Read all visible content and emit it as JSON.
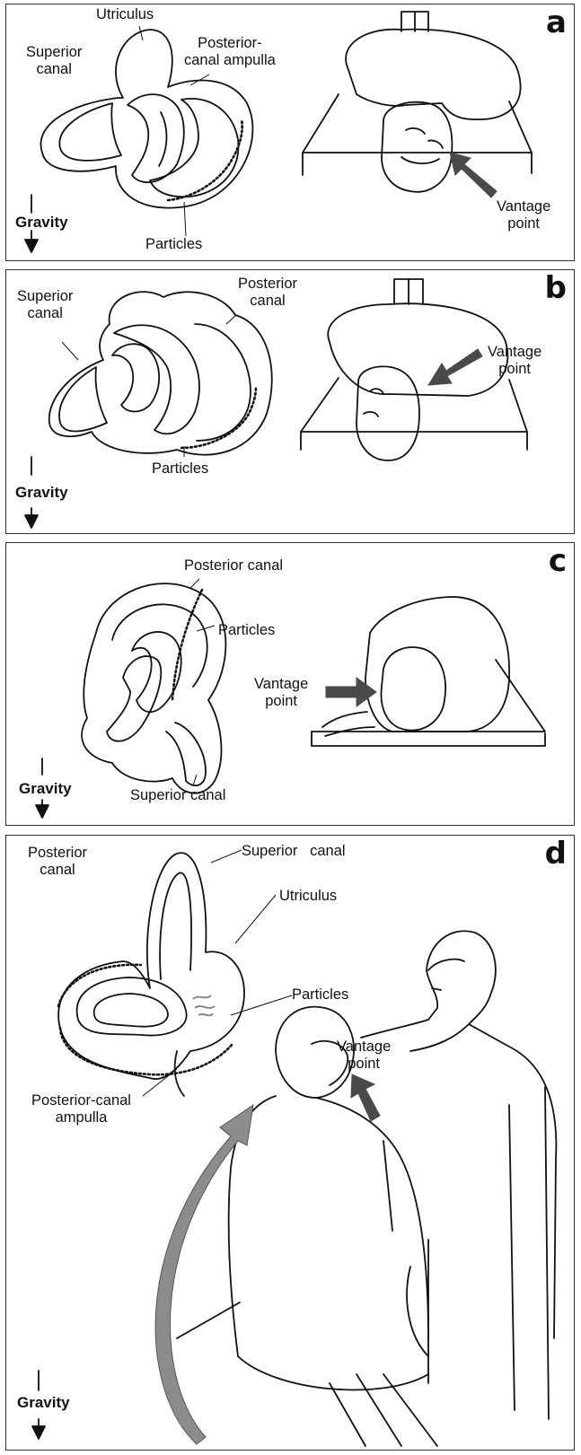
{
  "panels": [
    {
      "letter": "a",
      "labels": {
        "utriculus": "Utriculus",
        "superior": "Superior\ncanal",
        "ampulla": "Posterior-\ncanal ampulla",
        "particles": "Particles",
        "vantage": "Vantage\npoint",
        "gravity": "Gravity"
      }
    },
    {
      "letter": "b",
      "labels": {
        "superior": "Superior\ncanal",
        "posterior": "Posterior\ncanal",
        "vantage": "Vantage\npoint",
        "particles": "Particles",
        "gravity": "Gravity"
      }
    },
    {
      "letter": "c",
      "labels": {
        "posterior": "Posterior canal",
        "particles": "Particles",
        "vantage": "Vantage\npoint",
        "superior": "Superior canal",
        "gravity": "Gravity"
      }
    },
    {
      "letter": "d",
      "labels": {
        "posterior": "Posterior\ncanal",
        "superior": "Superior   canal",
        "utriculus": "Utriculus",
        "particles": "Particles",
        "vantage": "Vantage\npoint",
        "ampulla": "Posterior-canal\nampulla",
        "gravity": "Gravity"
      }
    }
  ],
  "colors": {
    "line": "#111111",
    "arrow": "#4a4a4a",
    "curved_arrow": "#8c8c8c",
    "border": "#333333"
  }
}
